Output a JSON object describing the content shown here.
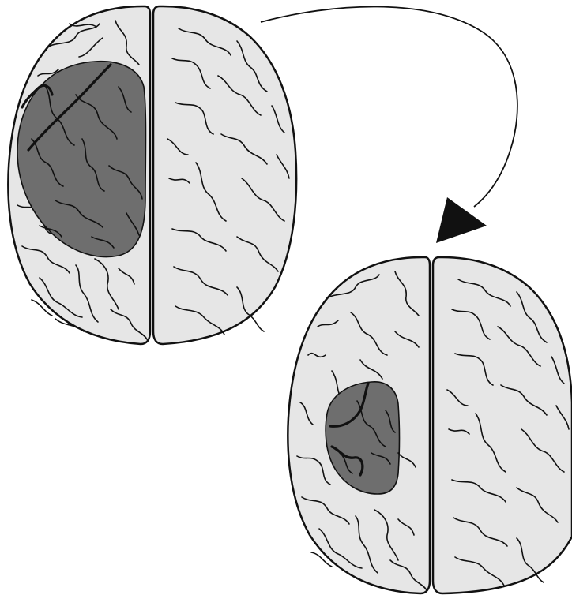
{
  "diagram": {
    "type": "brain-top-view-comparison",
    "colors": {
      "hemisphere_fill": "#e6e6e6",
      "lesion_fill": "#6e6e6e",
      "outline": "#111111",
      "background": "#ffffff"
    },
    "panels": [
      {
        "id": "before",
        "lesion_size": "large",
        "hemispheres": [
          "left",
          "right"
        ]
      },
      {
        "id": "after",
        "lesion_size": "small",
        "hemispheres": [
          "left",
          "right"
        ]
      }
    ],
    "connector": {
      "style": "curved-arrow",
      "from": "before",
      "to": "after"
    }
  }
}
